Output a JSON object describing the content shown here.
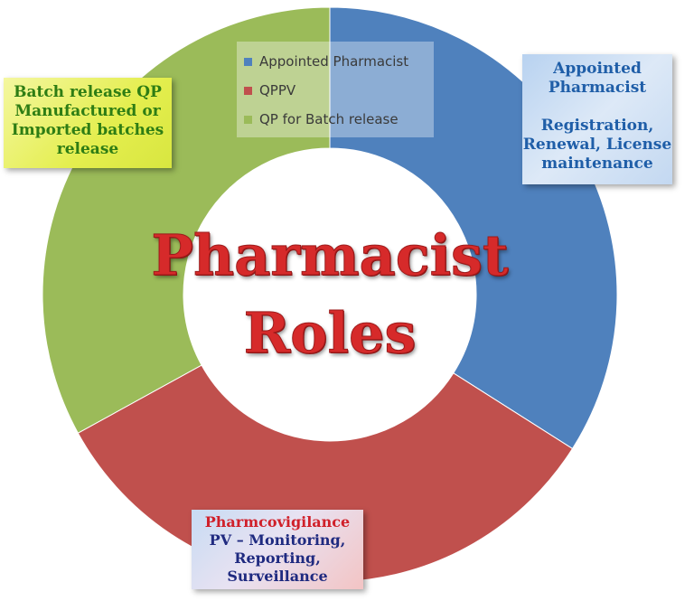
{
  "chart_data": {
    "type": "pie",
    "donut": true,
    "categories": [
      "Appointed Pharmacist",
      "QPPV",
      "QP for Batch release"
    ],
    "values": [
      34,
      33,
      33
    ],
    "colors": [
      "#4f81bd",
      "#c0504d",
      "#9bbb59"
    ],
    "center_title": [
      "Pharmacist",
      "Roles"
    ],
    "legend_position": "top-center"
  },
  "callouts": {
    "batch": {
      "lines": [
        "Batch release QP",
        "Manufactured or",
        "Imported batches",
        "release"
      ]
    },
    "appointed": {
      "lines": [
        "Appointed",
        "Pharmacist",
        "",
        "Registration,",
        "Renewal, License",
        "maintenance"
      ]
    },
    "pv": {
      "head": "Pharmcovigilance",
      "lines": [
        "PV – Monitoring,",
        "Reporting,",
        "Surveillance"
      ]
    }
  }
}
